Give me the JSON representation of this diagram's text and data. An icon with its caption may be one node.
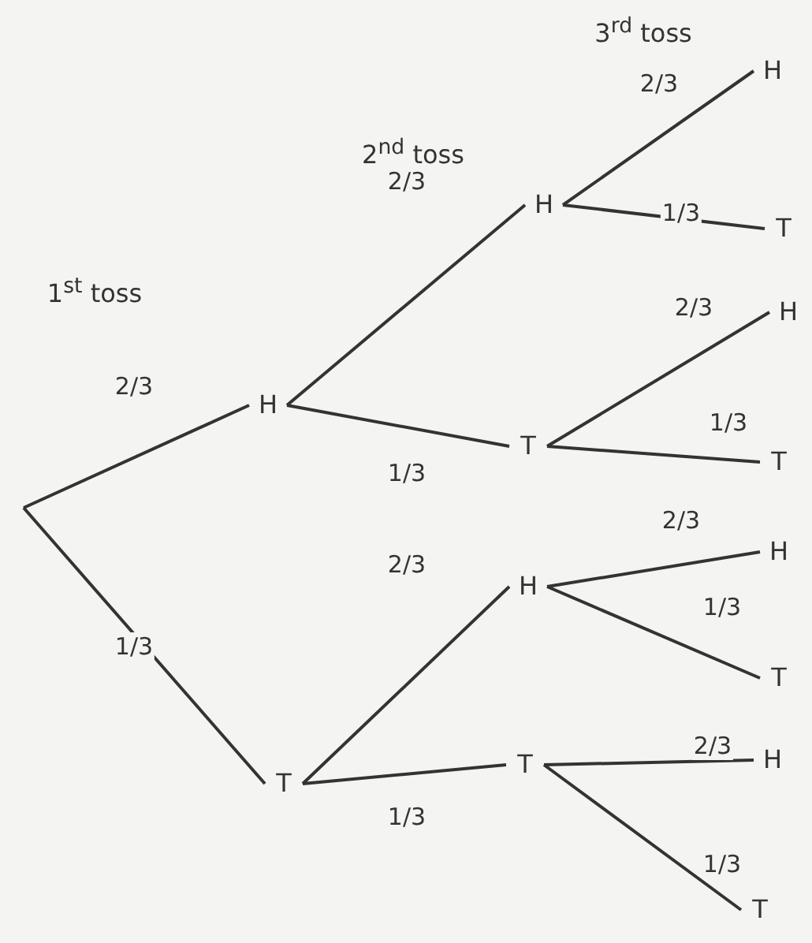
{
  "diagram": {
    "nodes": [
      {
        "text": [
          "H"
        ]
      },
      {
        "text": [
          "T"
        ]
      },
      {
        "text": [
          "H"
        ]
      },
      {
        "text": [
          "T"
        ]
      },
      {
        "text": [
          "H"
        ]
      },
      {
        "text": [
          "T"
        ]
      },
      {
        "text": [
          "H"
        ]
      },
      {
        "text": [
          "T"
        ]
      },
      {
        "text": [
          "H"
        ]
      },
      {
        "text": [
          "T"
        ]
      },
      {
        "text": [
          "H"
        ]
      },
      {
        "text": [
          "T"
        ]
      },
      {
        "text": [
          "H"
        ]
      },
      {
        "text": [
          "T"
        ]
      }
    ],
    "edges": [
      {
        "from": null,
        "to": 0,
        "arrow": "none",
        "label": "2/3"
      },
      {
        "from": null,
        "to": 1,
        "arrow": "none",
        "label": "1/3"
      },
      {
        "from": 0,
        "to": 2,
        "arrow": "none",
        "label": "2/3"
      },
      {
        "from": 0,
        "to": 3,
        "arrow": "none",
        "label": "1/3"
      },
      {
        "from": 1,
        "to": 4,
        "arrow": "none",
        "label": "2/3"
      },
      {
        "from": 1,
        "to": 5,
        "arrow": "none",
        "label": "1/3"
      },
      {
        "from": 2,
        "to": 6,
        "arrow": "none",
        "label": "2/3"
      },
      {
        "from": 2,
        "to": 7,
        "arrow": "none",
        "label": "1/3"
      },
      {
        "from": 3,
        "to": 8,
        "arrow": "none",
        "label": "2/3"
      },
      {
        "from": 3,
        "to": 9,
        "arrow": "none",
        "label": "1/3"
      },
      {
        "from": 4,
        "to": 10,
        "arrow": "none",
        "label": "2/3"
      },
      {
        "from": 4,
        "to": 11,
        "arrow": "none",
        "label": "1/3"
      },
      {
        "from": 5,
        "to": 12,
        "arrow": "none",
        "label": "2/3"
      },
      {
        "from": 5,
        "to": 13,
        "arrow": "none",
        "label": "1/3"
      }
    ],
    "labels": [
      "3$^{rd}$ toss",
      "2$^{nd}$ toss",
      "1$^{st}$ toss"
    ]
  }
}
